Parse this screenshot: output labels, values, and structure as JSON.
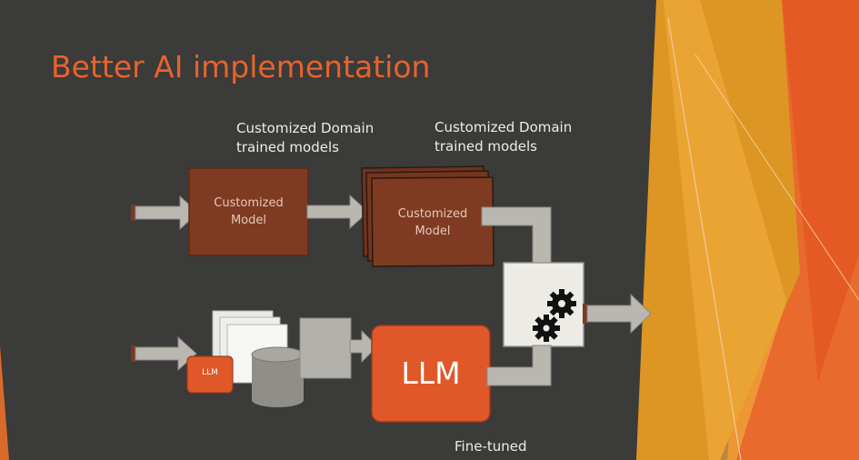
{
  "slide": {
    "title": "Better AI implementation",
    "accent_color": "#e8622c",
    "background_color": "#3b3b39"
  },
  "captions": {
    "top_left": [
      "Customized Domain",
      "trained models"
    ],
    "top_right": [
      "Customized Domain",
      "trained models"
    ],
    "bottom": "Fine-tuned"
  },
  "boxes": {
    "customized_model_1": [
      "Customized",
      "Model"
    ],
    "customized_model_2": [
      "Customized",
      "Model"
    ],
    "llm_small": "LLM",
    "llm_large": "LLM"
  },
  "icons": {
    "input_top": "arrow-right",
    "input_bottom": "arrow-right",
    "output": "arrow-right",
    "processor": "gears",
    "database": "cylinder",
    "documents": "stacked-pages"
  }
}
